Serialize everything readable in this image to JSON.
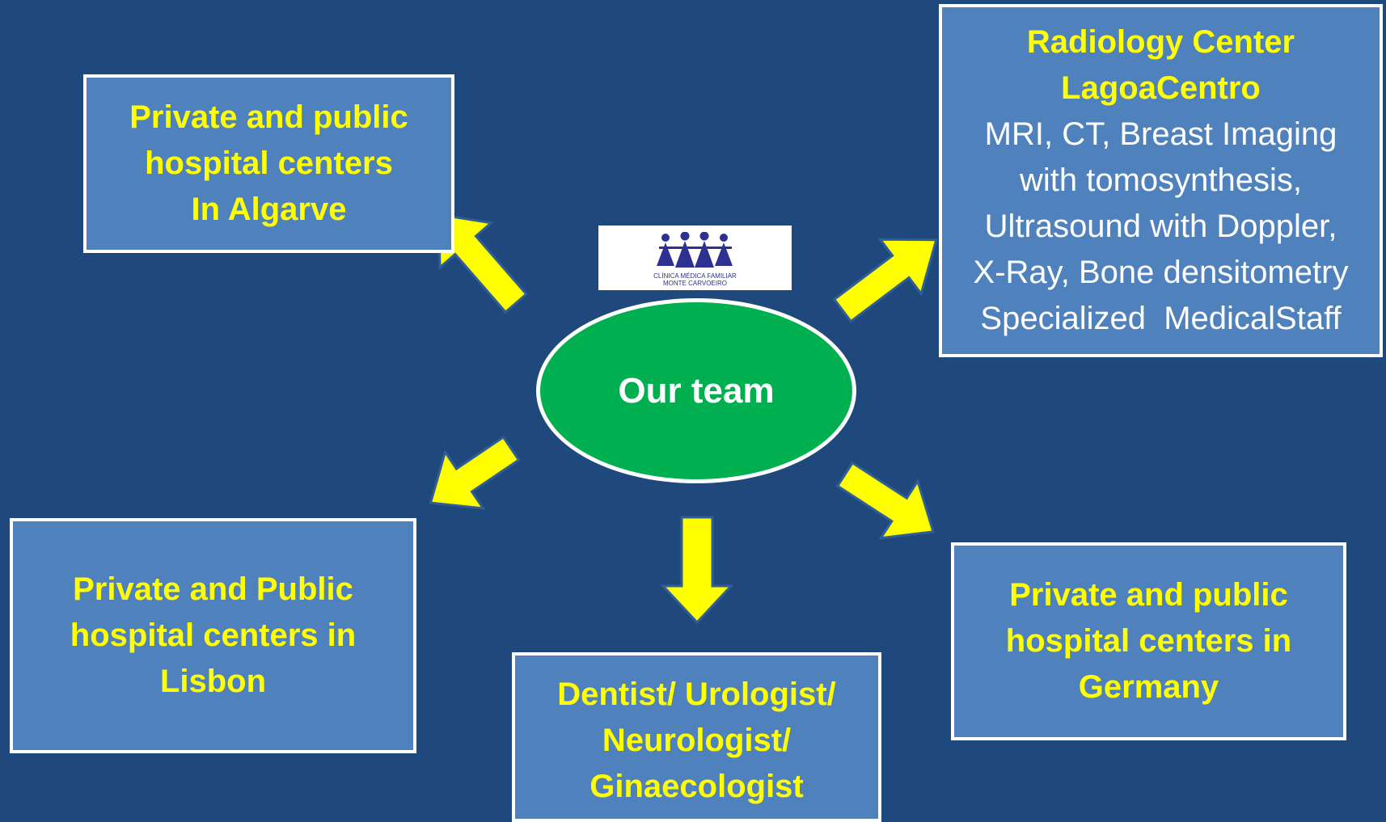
{
  "center": {
    "label": "Our team"
  },
  "logo": {
    "line1": "CLÍNICA MÉDICA FAMILIAR",
    "line2": "MONTE CARVOEIRO",
    "color": "#2e3192"
  },
  "nodes": {
    "algarve": {
      "lines": [
        "Private and public",
        "hospital centers",
        "In Algarve"
      ]
    },
    "radiology": {
      "title_lines": [
        "Radiology Center",
        "LagoaCentro"
      ],
      "detail_lines": [
        "MRI, CT, Breast Imaging",
        "with tomosynthesis,",
        "Ultrasound with Doppler,",
        "X-Ray, Bone densitometry",
        "Specialized  MedicalStaff"
      ]
    },
    "lisbon": {
      "lines": [
        "Private and Public",
        "hospital centers in",
        "Lisbon"
      ]
    },
    "specialists": {
      "lines": [
        "Dentist/ Urologist/",
        "Neurologist/",
        "Ginaecologist"
      ]
    },
    "germany": {
      "lines": [
        "Private and public",
        "hospital centers in",
        "Germany"
      ]
    }
  },
  "colors": {
    "background": "#1f497d",
    "box_fill": "#4f81bd",
    "box_border": "#ffffff",
    "highlight_text": "#ffff00",
    "center_fill": "#00b050",
    "arrow_fill": "#ffff00"
  }
}
